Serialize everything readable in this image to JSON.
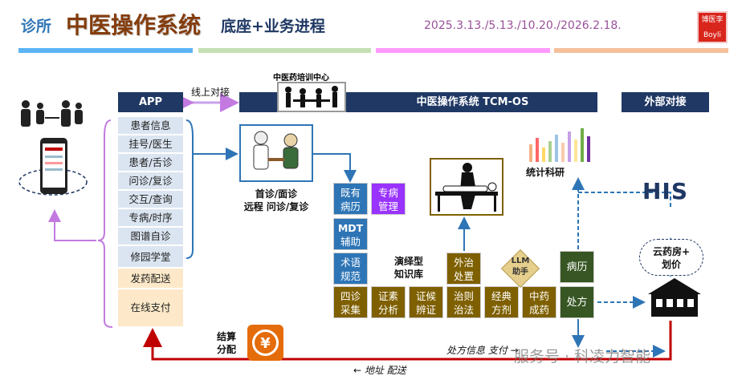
{
  "header": {
    "prefix": "诊所",
    "title": "中医操作系统",
    "subtitle": "底座+业务进程",
    "dates": "2025.3.13./5.13./10.20./2026.2.18.",
    "logo_top": "博医李",
    "logo_bottom": "Boyli"
  },
  "colors": {
    "navy": "#1f3864",
    "blue": "#2e75b6",
    "purple": "#9933ff",
    "olive": "#7f6000",
    "green": "#375623",
    "red": "#c00000"
  },
  "sections": {
    "app": "APP",
    "online": "线上对接",
    "training": "中医药培训中心",
    "tcm_os": "中医操作系统  TCM-OS",
    "external": "外部对接"
  },
  "app_items": [
    "患者信息",
    "挂号/医生",
    "患者/舌诊",
    "问诊/复诊",
    "交互/查询",
    "专病/时序",
    "图谱自诊",
    "修园学堂",
    "发药配送",
    "在线支付"
  ],
  "doctor_caption": [
    "首诊/面诊",
    "远程 问诊/复诊"
  ],
  "tiles": {
    "existing_records": [
      "既有病历"
    ],
    "disease_mgmt": "专病管理",
    "mdt": [
      "MDT",
      "辅助"
    ],
    "terms": [
      "术语",
      "规范"
    ],
    "bottom": [
      [
        "四诊",
        "采集"
      ],
      [
        "证素",
        "分析"
      ],
      [
        "证候",
        "辨证"
      ],
      [
        "治则",
        "治法"
      ],
      [
        "经典",
        "方剂"
      ],
      [
        "中药",
        "成药"
      ]
    ],
    "external_treat": [
      "外治",
      "处置"
    ],
    "kb": [
      "演绎型",
      "知识库"
    ],
    "llm": [
      "LLM",
      "助手"
    ],
    "record": "病历",
    "prescription": "处方"
  },
  "existing": [
    "既有",
    "病历"
  ],
  "disease": [
    "专病",
    "管理"
  ],
  "stats": "统计科研",
  "his": "HIS",
  "cloud": [
    "云药房+",
    "划价"
  ],
  "settle": [
    "结算",
    "分配"
  ],
  "flow": {
    "rx_pay": "处方信息  支付 →",
    "address": "← 地址  配送"
  },
  "watermark": "服务号 · 科凌力智能"
}
